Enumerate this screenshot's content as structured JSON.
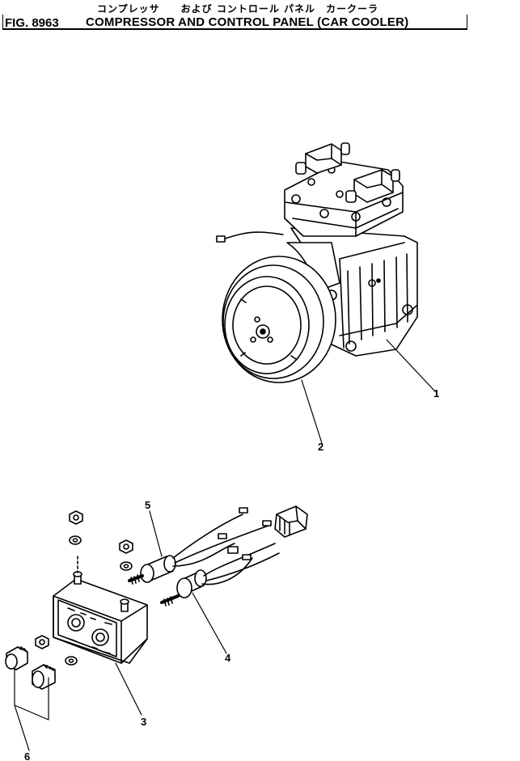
{
  "header": {
    "figure_number": "FIG. 8963",
    "title_jp": "コンプレッサ　　および コントロール パネル　カークーラ",
    "title_en": "COMPRESSOR AND CONTROL PANEL (CAR COOLER)"
  },
  "callouts": [
    "1",
    "2",
    "3",
    "4",
    "5",
    "6"
  ]
}
